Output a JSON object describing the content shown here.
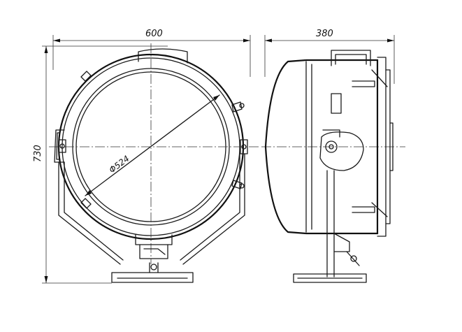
{
  "dimensions": {
    "front_width": "600",
    "side_depth": "380",
    "height": "730",
    "lens_diameter": "Φ524"
  }
}
